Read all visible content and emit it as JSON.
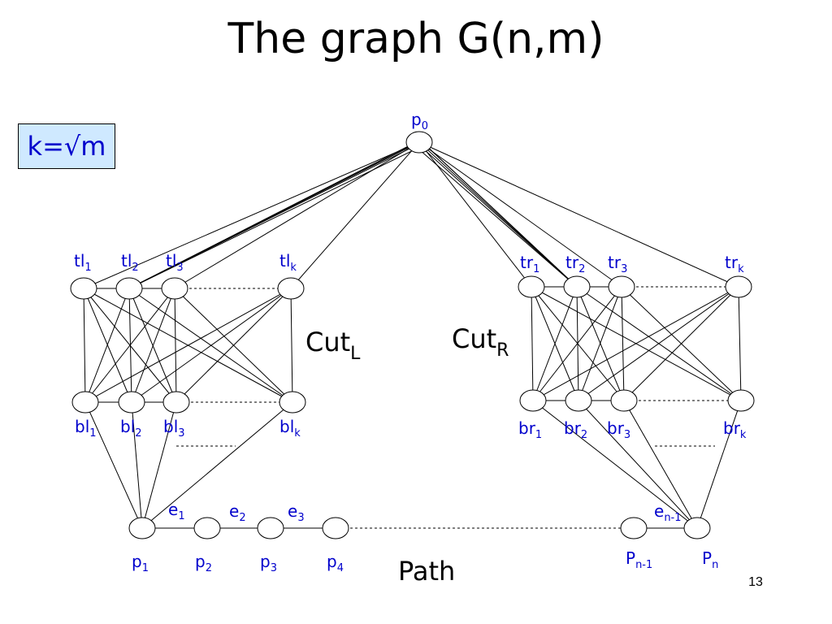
{
  "title": "The graph G(n,m)",
  "kbox": {
    "text": "k=√m"
  },
  "page_number": "13",
  "labels": {
    "p0": {
      "base": "p",
      "sub": "0"
    },
    "tl1": {
      "base": "tl",
      "sub": "1"
    },
    "tl2": {
      "base": "tl",
      "sub": "2"
    },
    "tl3": {
      "base": "tl",
      "sub": "3"
    },
    "tlk": {
      "base": "tl",
      "sub": "k"
    },
    "tr1": {
      "base": "tr",
      "sub": "1"
    },
    "tr2": {
      "base": "tr",
      "sub": "2"
    },
    "tr3": {
      "base": "tr",
      "sub": "3"
    },
    "trk": {
      "base": "tr",
      "sub": "k"
    },
    "bl1": {
      "base": "bl",
      "sub": "1"
    },
    "bl2": {
      "base": "bl",
      "sub": "2"
    },
    "bl3": {
      "base": "bl",
      "sub": "3"
    },
    "blk": {
      "base": "bl",
      "sub": "k"
    },
    "br1": {
      "base": "br",
      "sub": "1"
    },
    "br2": {
      "base": "br",
      "sub": "2"
    },
    "br3": {
      "base": "br",
      "sub": "3"
    },
    "brk": {
      "base": "br",
      "sub": "k"
    },
    "p1": {
      "base": "p",
      "sub": "1"
    },
    "p2": {
      "base": "p",
      "sub": "2"
    },
    "p3": {
      "base": "p",
      "sub": "3"
    },
    "p4": {
      "base": "p",
      "sub": "4"
    },
    "pn1": {
      "base": "P",
      "sub": "n-1"
    },
    "pn": {
      "base": "P",
      "sub": "n"
    },
    "e1": {
      "base": "e",
      "sub": "1"
    },
    "e2": {
      "base": "e",
      "sub": "2"
    },
    "e3": {
      "base": "e",
      "sub": "3"
    },
    "en1": {
      "base": "e",
      "sub": "n-1"
    }
  },
  "cut_left": {
    "base": "Cut",
    "sub": "L"
  },
  "cut_right": {
    "base": "Cut",
    "sub": "R"
  },
  "path_label": "Path"
}
